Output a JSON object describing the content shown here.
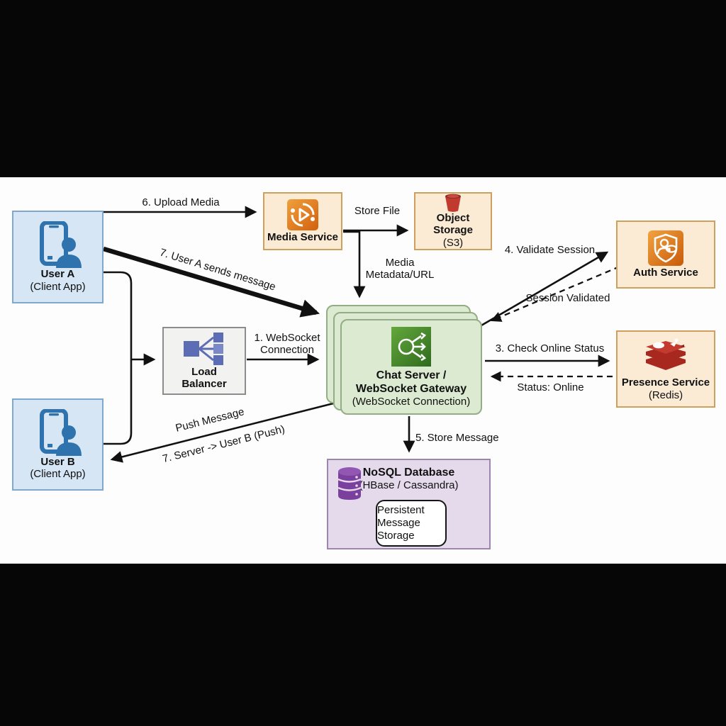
{
  "nodes": {
    "user_a": {
      "title": "User A",
      "subtitle": "(Client App)",
      "icon": "smartphone-user-icon"
    },
    "user_b": {
      "title": "User B",
      "subtitle": "(Client App)",
      "icon": "smartphone-user-icon"
    },
    "load_balancer": {
      "title": "Load Balancer",
      "icon": "load-balancer-fanout-icon"
    },
    "media_service": {
      "title": "Media Service",
      "icon": "media-convert-icon"
    },
    "object_storage": {
      "title": "Object Storage",
      "subtitle": "(S3)",
      "icon": "s3-bucket-icon"
    },
    "auth_service": {
      "title": "Auth Service",
      "icon": "shield-identity-icon"
    },
    "presence_service": {
      "title": "Presence Service",
      "subtitle": "(Redis)",
      "icon": "redis-stack-icon"
    },
    "chat_server": {
      "line1": "Chat Server /",
      "line2": "WebSocket Gateway",
      "line3": "(WebSocket Connection)",
      "icon": "elastic-load-branch-icon"
    },
    "nosql_db": {
      "title": "NoSQL Database",
      "subtitle": "(HBase / Cassandra)",
      "inner_label": "Persistent Message Storage",
      "icon": "database-cylinder-icon"
    }
  },
  "edges": {
    "upload_media": "6. Upload Media",
    "store_file": "Store File",
    "media_metadata": "Media Metadata/URL",
    "user_a_sends": "7. User A sends message",
    "websocket_connection": "1. WebSocket Connection",
    "validate_session": "4. Validate Session",
    "session_validated": "Session Validated",
    "check_online_status": "3. Check Online Status",
    "status_online": "Status: Online",
    "store_message": "5. Store Message",
    "push_message": "Push Message",
    "server_push": "7. Server -> User B (Push)"
  },
  "colors": {
    "background": "#060606",
    "panel": "#fdfdfd",
    "client_fill": "#d6e6f5",
    "client_border": "#7fa8cc",
    "client_icon_blue": "#2e73ae",
    "lb_fill": "#f2f2f0",
    "lb_icon_blue": "#5c6db6",
    "service_fill": "#fbebd5",
    "service_border": "#cda05e",
    "aws_orange": "#e07b12",
    "s3_red": "#c13a30",
    "redis_red": "#a8281f",
    "chat_fill": "#dcead2",
    "chat_border": "#93ad84",
    "chat_icon_green": "#3f8b27",
    "db_fill": "#e5daec",
    "db_border": "#9c85af",
    "db_icon_purple": "#7b3f9d",
    "arrow": "#111111"
  }
}
